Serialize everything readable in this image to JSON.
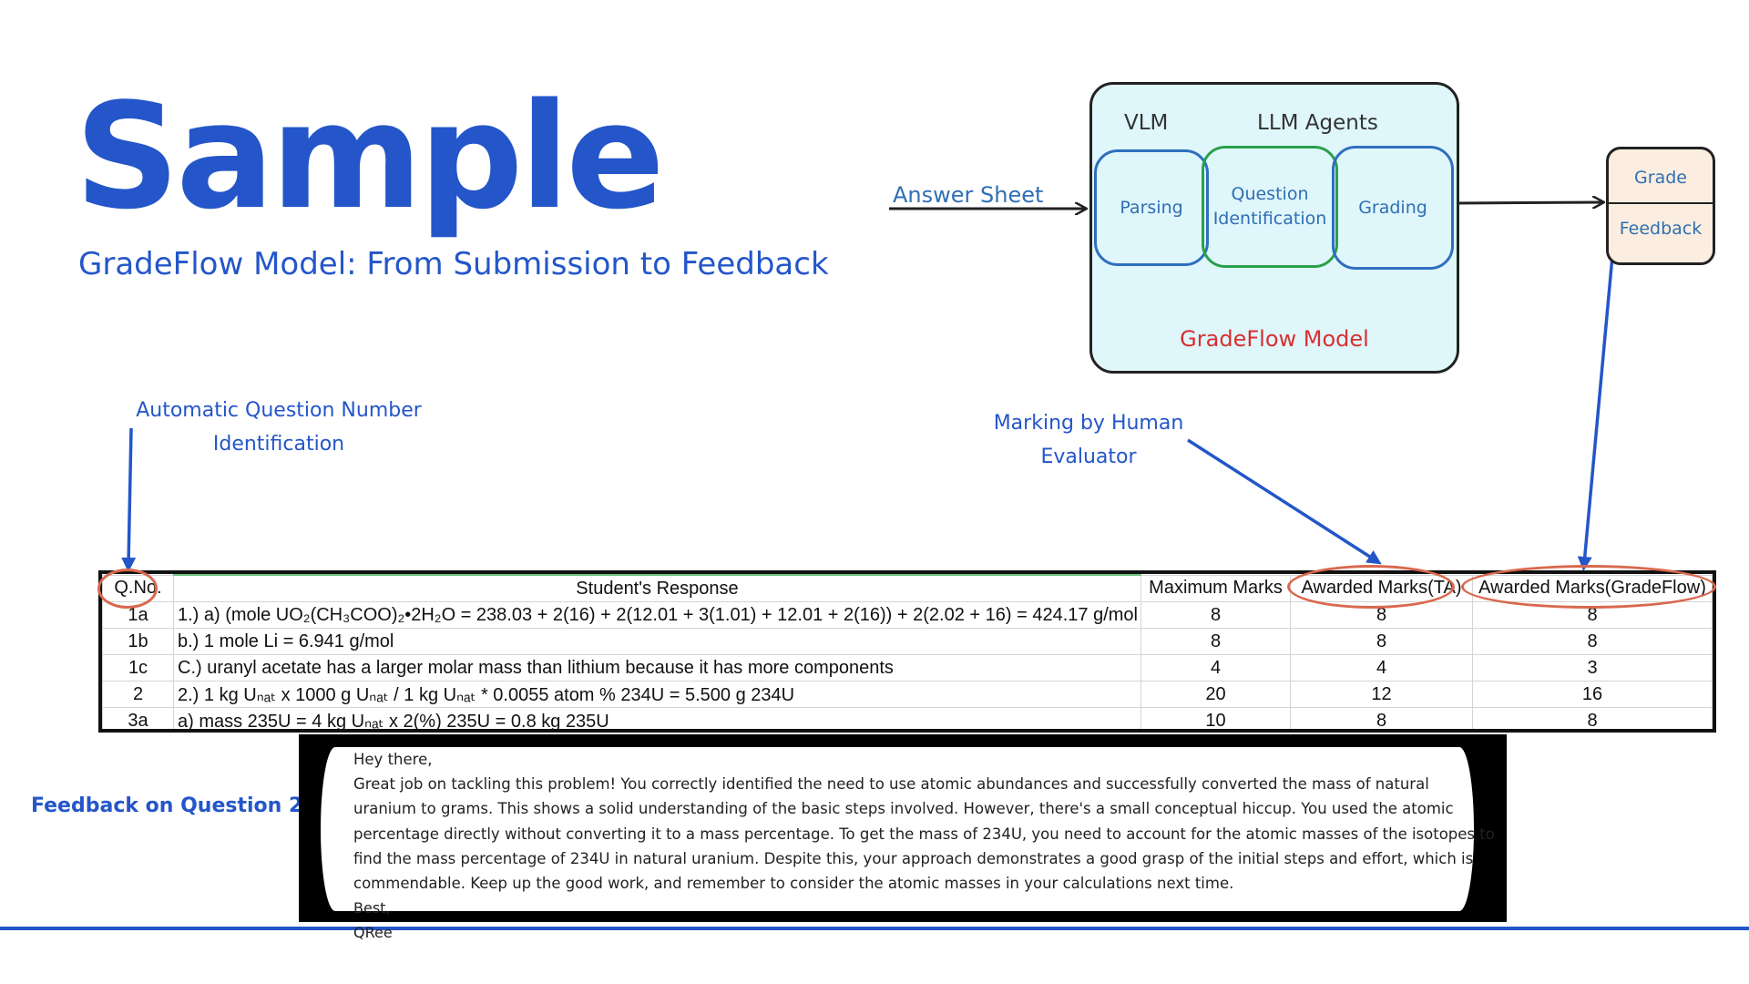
{
  "title": "Sample",
  "subtitle": "GradeFlow Model: From Submission to Feedback",
  "diagram": {
    "input_label": "Answer Sheet",
    "header_vlm": "VLM",
    "header_llm": "LLM Agents",
    "stage_parsing": "Parsing",
    "stage_qid_line1": "Question",
    "stage_qid_line2": "Identification",
    "stage_grading": "Grading",
    "model_label": "GradeFlow Model",
    "output_grade": "Grade",
    "output_feedback": "Feedback"
  },
  "annotations": {
    "qnum_line1": "Automatic Question Number",
    "qnum_line2": "Identification",
    "human_line1": "Marking by Human",
    "human_line2": "Evaluator"
  },
  "table": {
    "headers": [
      "Q.No.",
      "Student's Response",
      "Maximum Marks",
      "Awarded Marks(TA)",
      "Awarded Marks(GradeFlow)"
    ],
    "rows": [
      [
        "1a",
        "1.) a) (mole UO₂(CH₃COO)₂•2H₂O = 238.03 + 2(16) + 2(12.01 + 3(1.01) + 12.01 + 2(16)) + 2(2.02 + 16) = 424.17 g/mol",
        "8",
        "8",
        "8"
      ],
      [
        "1b",
        "b.) 1 mole Li = 6.941 g/mol",
        "8",
        "8",
        "8"
      ],
      [
        "1c",
        "C.) uranyl acetate has a larger molar mass than lithium because it has more components",
        "4",
        "4",
        "3"
      ],
      [
        "2",
        "2.)  1 kg Uₙₐₜ x 1000 g Uₙₐₜ / 1 kg Uₙₐₜ * 0.0055 atom % 234U = 5.500 g 234U",
        "20",
        "12",
        "16"
      ],
      [
        "3a",
        "a) mass 235U = 4 kg Uₙₐₜ x 2(%) 235U = 0.8 kg 235U",
        "10",
        "8",
        "8"
      ]
    ]
  },
  "feedback": {
    "label": "Feedback on Question 2",
    "lines": [
      "Hey there,",
      " Great job on tackling this problem! You correctly identified the need to use atomic abundances and successfully converted the mass of natural",
      "uranium to grams. This shows a solid understanding of the basic steps involved. However, there's a small conceptual hiccup. You used the atomic",
      "percentage directly without converting it to a mass percentage. To get the mass of 234U, you need to account for the atomic masses of the isotopes to",
      "find the mass percentage of 234U in natural uranium. Despite this, your approach demonstrates a good grasp of the initial steps and effort, which is",
      "commendable. Keep up the good work, and remember to consider the atomic masses in your calculations next time.",
      " Best,",
      "QRee"
    ]
  },
  "colors": {
    "brand_blue": "#2456c9",
    "model_red": "#d83030",
    "ring_orange": "#d9684e",
    "model_bg": "#dff6fb",
    "output_bg": "#fbeee0"
  }
}
